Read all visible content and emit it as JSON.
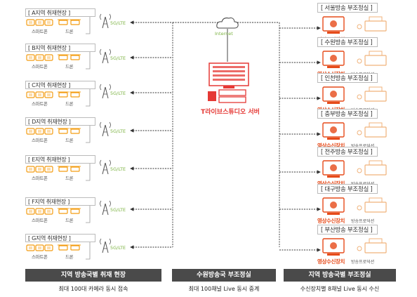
{
  "sites": [
    {
      "label": "[ A지역 취재현장 ]",
      "smartphone": "스마트폰",
      "drone": "드론",
      "network": "5G/LTE"
    },
    {
      "label": "[ B지역 취재현장 ]",
      "smartphone": "스마트폰",
      "drone": "드론",
      "network": "5G/LTE"
    },
    {
      "label": "[ C지역 취재현장 ]",
      "smartphone": "스마트폰",
      "drone": "드론",
      "network": "5G/LTE"
    },
    {
      "label": "[ D지역 취재현장 ]",
      "smartphone": "스마트폰",
      "drone": "드론",
      "network": "5G/LTE"
    },
    {
      "label": "[ E지역 취재현장 ]",
      "smartphone": "스마트폰",
      "drone": "드론",
      "network": "5G/LTE"
    },
    {
      "label": "[ F지역 취재현장 ]",
      "smartphone": "스마트폰",
      "drone": "드론",
      "network": "5G/LTE"
    },
    {
      "label": "[ G지역 취재현장 ]",
      "smartphone": "스마트폰",
      "drone": "드론",
      "network": "5G/LTE"
    }
  ],
  "internet_label": "Internet",
  "server_label": "T라이브스튜디오 서버",
  "studios": [
    {
      "name": "[ 서울방송 부조정실 ]",
      "receiver": "영상수신장치",
      "production": "방송프로덕션"
    },
    {
      "name": "[ 수원방송 부조정실 ]",
      "receiver": "영상수신장치",
      "production": "방송프로덕션"
    },
    {
      "name": "[ 인천방송 부조정실 ]",
      "receiver": "영상수신장치",
      "production": "방송프로덕션"
    },
    {
      "name": "[ 충부방송 부조정실 ]",
      "receiver": "영상수신장치",
      "production": "방송프로덕션"
    },
    {
      "name": "[ 전주방송 부조정실 ]",
      "receiver": "영상수신장치",
      "production": "방송프로덕션"
    },
    {
      "name": "[ 대구방송 부조정실 ]",
      "receiver": "영상수신장치",
      "production": "방송프로덕션"
    },
    {
      "name": "[ 부산방송 부조정실 ]",
      "receiver": "영상수신장치",
      "production": "방송프로덕션"
    }
  ],
  "footer": {
    "left_title": "지역 방송국별 취재 현장",
    "left_sub": "최대 100대 카메라 동시 접속",
    "mid_title": "수원방송국 부조정실",
    "mid_sub": "최대 100채널 Live 동시 중계",
    "right_title": "지역 방송국별 부조정실",
    "right_sub": "수신장치별 8채널 Live 동시 수신"
  },
  "colors": {
    "accent": "#e64a19",
    "server_red": "#e53935",
    "network_green": "#7cb342",
    "device_orange": "#f39c12",
    "footer_bg": "#4a4a4a"
  },
  "icons": {
    "smartphone": "smartphone-icon",
    "drone": "drone-icon",
    "tower": "cell-tower-icon",
    "cloud": "cloud-icon",
    "server": "server-icon",
    "receiver": "receiver-icon",
    "production": "printer-icon"
  }
}
